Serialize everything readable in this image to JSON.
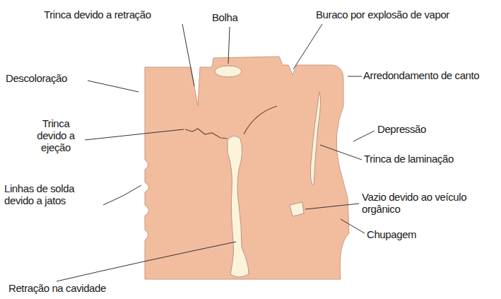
{
  "diagram": {
    "labels": [
      "Trinca devido a retração",
      "Bolha",
      "Buraco por explosão de vapor",
      "Descoloração",
      "Arredondamento de canto",
      "Trinca devido a ejeção",
      "Depressão",
      "Trinca de laminação",
      "Linhas de solda devido a jatos",
      "Vazio devido ao veículo orgânico",
      "Chupagem",
      "Retração na cavidade"
    ]
  }
}
